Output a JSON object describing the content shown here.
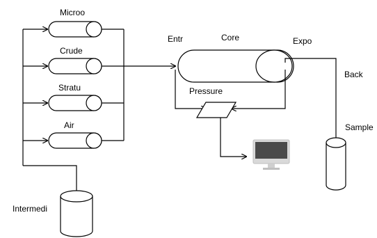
{
  "labels": {
    "microo": "Microo",
    "crude": "Crude",
    "stratu": "Stratu",
    "air": "Air",
    "entr": "Entr",
    "core": "Core",
    "expo": "Expo",
    "back": "Back",
    "pressure": "Pressure",
    "sample": "Sample",
    "intermedi": "Intermedi"
  },
  "icons": {
    "monitor": "computer-monitor-icon"
  },
  "colors": {
    "line": "#000000",
    "monitor_screen": "#4a4a4a",
    "monitor_bezel": "#d9d9d9"
  }
}
